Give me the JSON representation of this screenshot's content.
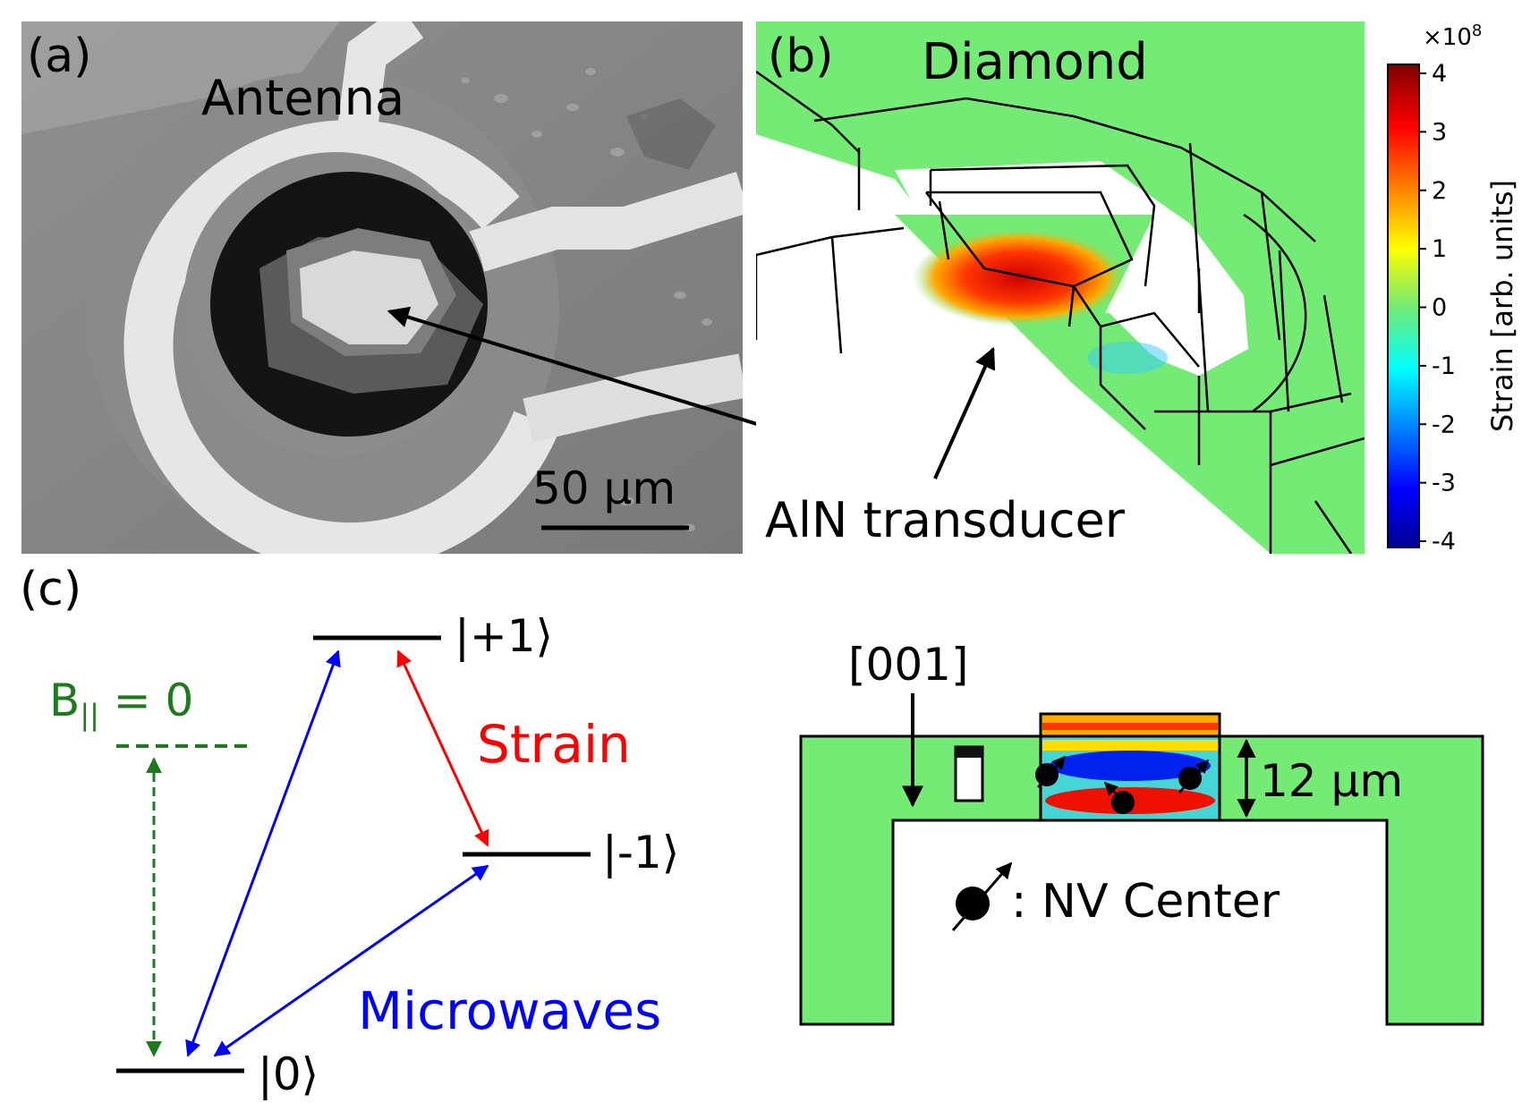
{
  "panels": {
    "a": {
      "label": "(a)",
      "antenna_label": "Antenna",
      "scale_bar_label": "50 μm"
    },
    "b": {
      "label": "(b)",
      "diamond_label": "Diamond",
      "transducer_label": "AlN transducer",
      "colorbar": {
        "exponent": "×10",
        "exponent_power": "8",
        "title": "Strain [arb. units]",
        "ticks": [
          "4",
          "3",
          "2",
          "1",
          "0",
          "-1",
          "-2",
          "-3",
          "-4"
        ],
        "range": [
          -4,
          4
        ]
      }
    },
    "c": {
      "label": "(c)",
      "levels": {
        "plus1": "|+1⟩",
        "minus1": "|-1⟩",
        "zero": "|0⟩"
      },
      "bfield_label_main": "B",
      "bfield_label_sub": "||",
      "bfield_label_rest": " = 0",
      "strain_label": "Strain",
      "microwaves_label": "Microwaves",
      "direction_label": "[001]",
      "thickness_label": "12 μm",
      "nv_legend_label": ": NV Center"
    }
  },
  "colors": {
    "strain": "#ff0000",
    "microwaves": "#0000ff",
    "bfield": "#1f7a1f",
    "diamond_green": "#74eb74"
  }
}
